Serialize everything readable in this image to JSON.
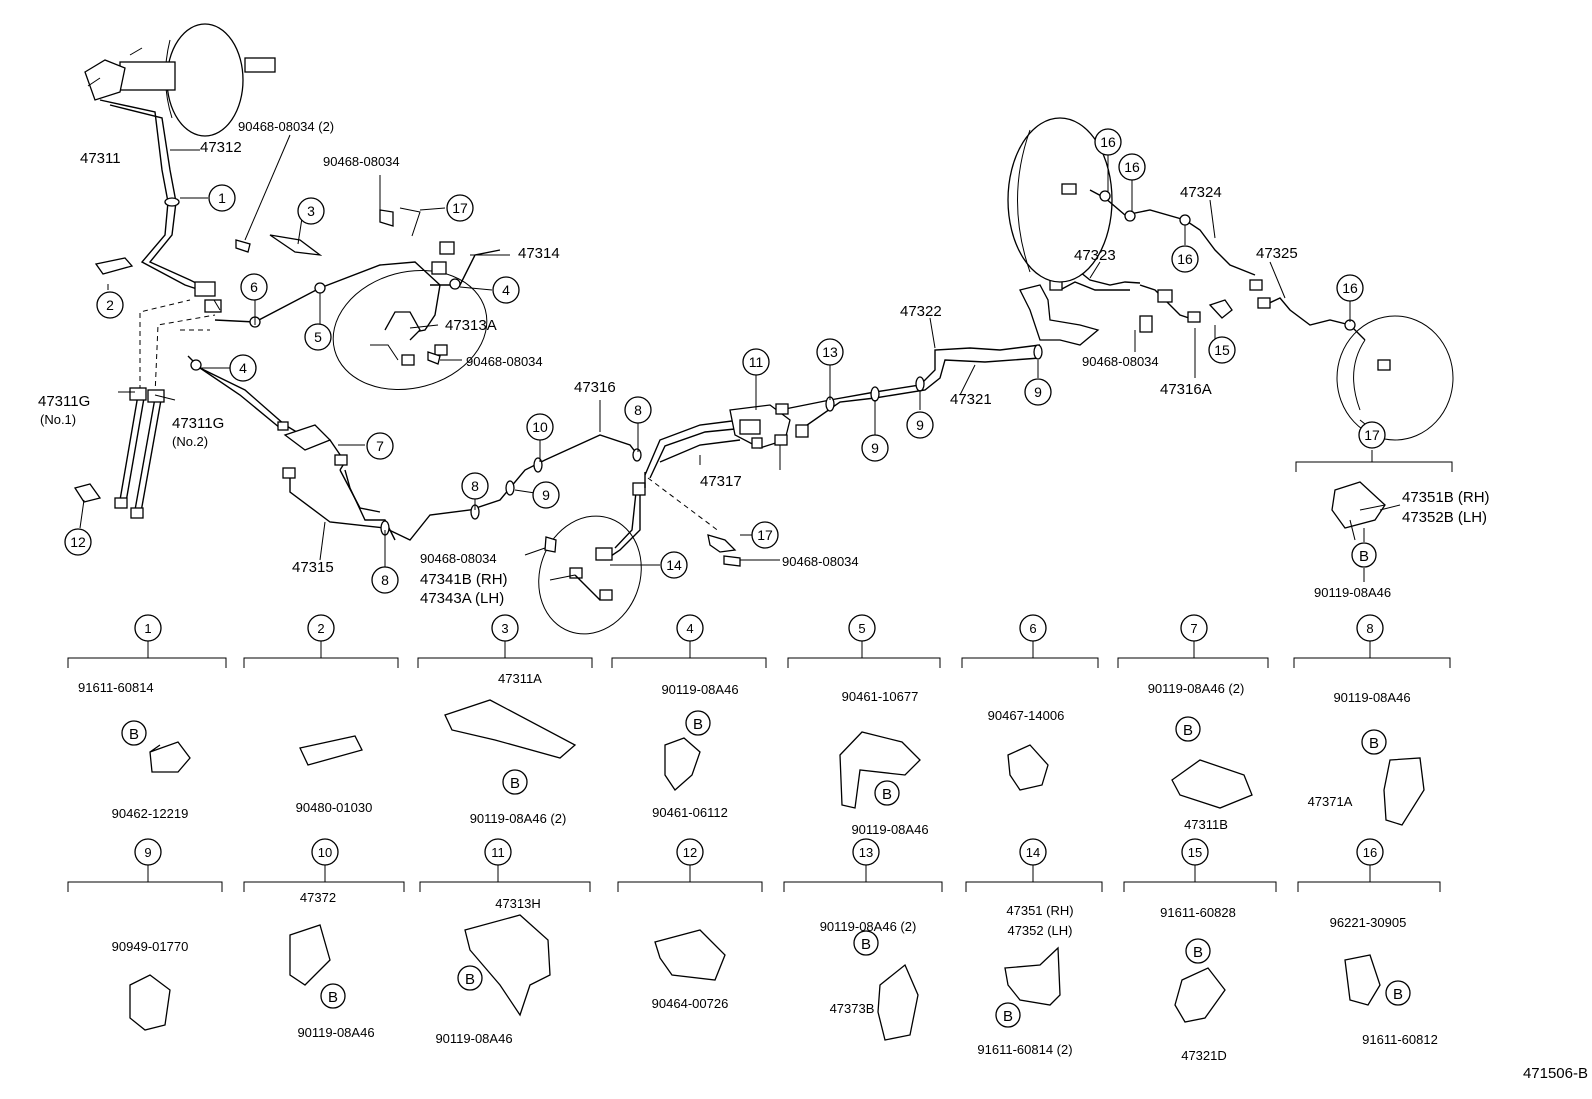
{
  "diagram_code": "471506-B",
  "b_label": "B",
  "parts": {
    "p47311": "47311",
    "p47312": "47312",
    "p47311G1": "47311G",
    "p47311G1_note": "(No.1)",
    "p47311G2": "47311G",
    "p47311G2_note": "(No.2)",
    "p90468_2": "90468-08034 (2)",
    "p90468_a": "90468-08034",
    "p90468_b": "90468-08034",
    "p90468_c": "90468-08034",
    "p90468_d": "90468-08034",
    "p90468_e": "90468-08034",
    "p47314": "47314",
    "p47313A": "47313A",
    "p47316": "47316",
    "p47317": "47317",
    "p47315": "47315",
    "p47341B": "47341B (RH)",
    "p47343A": "47343A (LH)",
    "p47322": "47322",
    "p47321": "47321",
    "p47323": "47323",
    "p47324": "47324",
    "p47325": "47325",
    "p47316A": "47316A",
    "p47351B": "47351B (RH)",
    "p47352B": "47352B (LH)",
    "p90119_top": "90119-08A46"
  },
  "detail_sections": [
    {
      "num": "1",
      "parts": [
        "91611-60814",
        "90462-12219"
      ]
    },
    {
      "num": "2",
      "parts": [
        "90480-01030"
      ]
    },
    {
      "num": "3",
      "parts": [
        "47311A",
        "90119-08A46 (2)"
      ]
    },
    {
      "num": "4",
      "parts": [
        "90119-08A46",
        "90461-06112"
      ]
    },
    {
      "num": "5",
      "parts": [
        "90461-10677",
        "90119-08A46"
      ]
    },
    {
      "num": "6",
      "parts": [
        "90467-14006"
      ]
    },
    {
      "num": "7",
      "parts": [
        "90119-08A46 (2)",
        "47311B"
      ]
    },
    {
      "num": "8",
      "parts": [
        "90119-08A46",
        "47371A"
      ]
    },
    {
      "num": "9",
      "parts": [
        "90949-01770"
      ]
    },
    {
      "num": "10",
      "parts": [
        "47372",
        "90119-08A46"
      ]
    },
    {
      "num": "11",
      "parts": [
        "47313H",
        "90119-08A46"
      ]
    },
    {
      "num": "12",
      "parts": [
        "90464-00726"
      ]
    },
    {
      "num": "13",
      "parts": [
        "90119-08A46 (2)",
        "47373B"
      ]
    },
    {
      "num": "14",
      "parts": [
        "47351 (RH)",
        "47352 (LH)",
        "91611-60814 (2)"
      ]
    },
    {
      "num": "15",
      "parts": [
        "91611-60828",
        "47321D"
      ]
    },
    {
      "num": "16",
      "parts": [
        "96221-30905",
        "91611-60812"
      ]
    }
  ],
  "callouts": {
    "c1": "1",
    "c2": "2",
    "c3": "3",
    "c4a": "4",
    "c4b": "4",
    "c5": "5",
    "c6": "6",
    "c7": "7",
    "c8a": "8",
    "c8b": "8",
    "c8c": "8",
    "c9a": "9",
    "c9b": "9",
    "c9c": "9",
    "c9d": "9",
    "c10": "10",
    "c11": "11",
    "c12": "12",
    "c13": "13",
    "c14": "14",
    "c15": "15",
    "c16a": "16",
    "c16b": "16",
    "c16c": "16",
    "c16d": "16",
    "c17a": "17",
    "c17b": "17",
    "c17c": "17"
  }
}
